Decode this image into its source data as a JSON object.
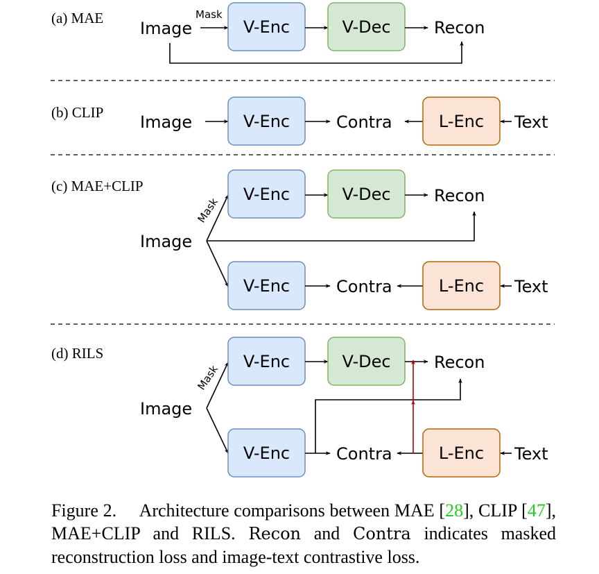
{
  "sections": {
    "a": {
      "title": "(a) MAE",
      "image": "Image",
      "mask": "Mask",
      "venc": "V-Enc",
      "vdec": "V-Dec",
      "recon": "Recon"
    },
    "b": {
      "title": "(b) CLIP",
      "image": "Image",
      "venc": "V-Enc",
      "contra": "Contra",
      "lenc": "L-Enc",
      "text": "Text"
    },
    "c": {
      "title": "(c) MAE+CLIP",
      "image": "Image",
      "mask": "Mask",
      "venc_top": "V-Enc",
      "vdec": "V-Dec",
      "recon": "Recon",
      "venc_bottom": "V-Enc",
      "contra": "Contra",
      "lenc": "L-Enc",
      "text": "Text"
    },
    "d": {
      "title": "(d) RILS",
      "image": "Image",
      "mask": "Mask",
      "venc_top": "V-Enc",
      "vdec": "V-Dec",
      "recon": "Recon",
      "venc_bottom": "V-Enc",
      "contra": "Contra",
      "lenc": "L-Enc",
      "text": "Text"
    }
  },
  "colors": {
    "venc_fill": "#dae8fc",
    "venc_stroke": "#6c8ebf",
    "vdec_fill": "#d5e8d4",
    "vdec_stroke": "#82b366",
    "lenc_fill": "#fbe3d5",
    "lenc_stroke": "#b46504",
    "guidance_arrow": "#b20000",
    "citation": "#22cc22"
  },
  "caption": {
    "prefix": "Figure 2.",
    "text1": "Architecture comparisons between MAE [",
    "cite1": "28",
    "text2": "], CLIP [",
    "cite2": "47",
    "text3": "], MAE+CLIP and RILS.",
    "math1": "Recon",
    "text4": " and ",
    "math2": "Contra",
    "text5": " indicates masked reconstruction loss and image-text contrastive loss."
  }
}
